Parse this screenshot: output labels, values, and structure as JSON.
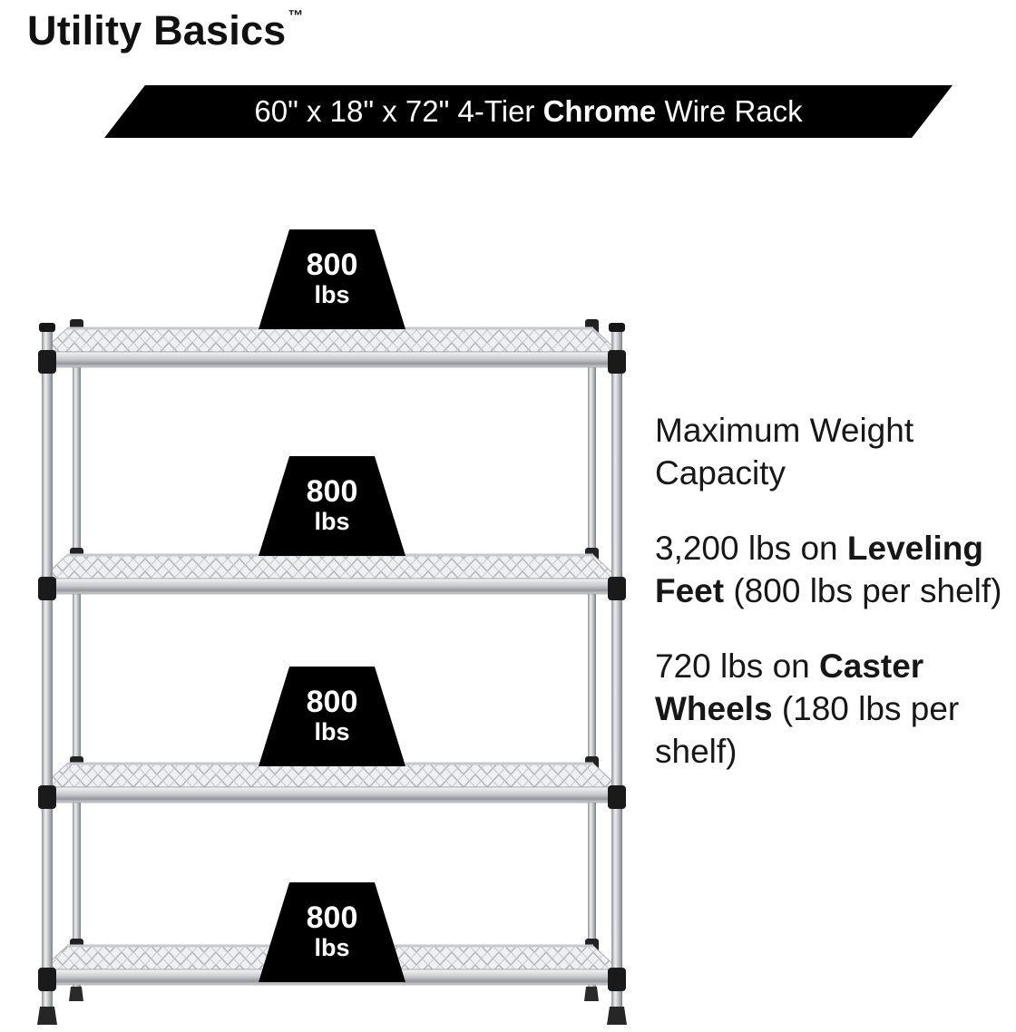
{
  "brand": {
    "name": "Utility Basics",
    "trademark": "™"
  },
  "banner": {
    "prefix": "60\" x 18\" x 72\" 4-Tier ",
    "bold": "Chrome",
    "suffix": " Wire Rack"
  },
  "weight_markers": [
    {
      "value": "800",
      "unit": "lbs"
    },
    {
      "value": "800",
      "unit": "lbs"
    },
    {
      "value": "800",
      "unit": "lbs"
    },
    {
      "value": "800",
      "unit": "lbs"
    }
  ],
  "info": {
    "heading": "Maximum Weight Capacity",
    "leveling": {
      "prefix": "3,200 lbs on ",
      "bold": "Leveling Feet",
      "suffix": " (800 lbs per shelf)"
    },
    "caster": {
      "prefix": "720 lbs on ",
      "bold": "Caster Wheels",
      "suffix": " (180 lbs per shelf)"
    }
  },
  "colors": {
    "banner_bg": "#000000",
    "marker_bg": "#000000",
    "text": "#171717",
    "chrome_light": "#eef0f2",
    "chrome_dark": "#7d8287"
  },
  "product": {
    "tiers": 4,
    "shelf_capacity_leveling_lbs": "800",
    "shelf_capacity_caster_lbs": "180"
  }
}
